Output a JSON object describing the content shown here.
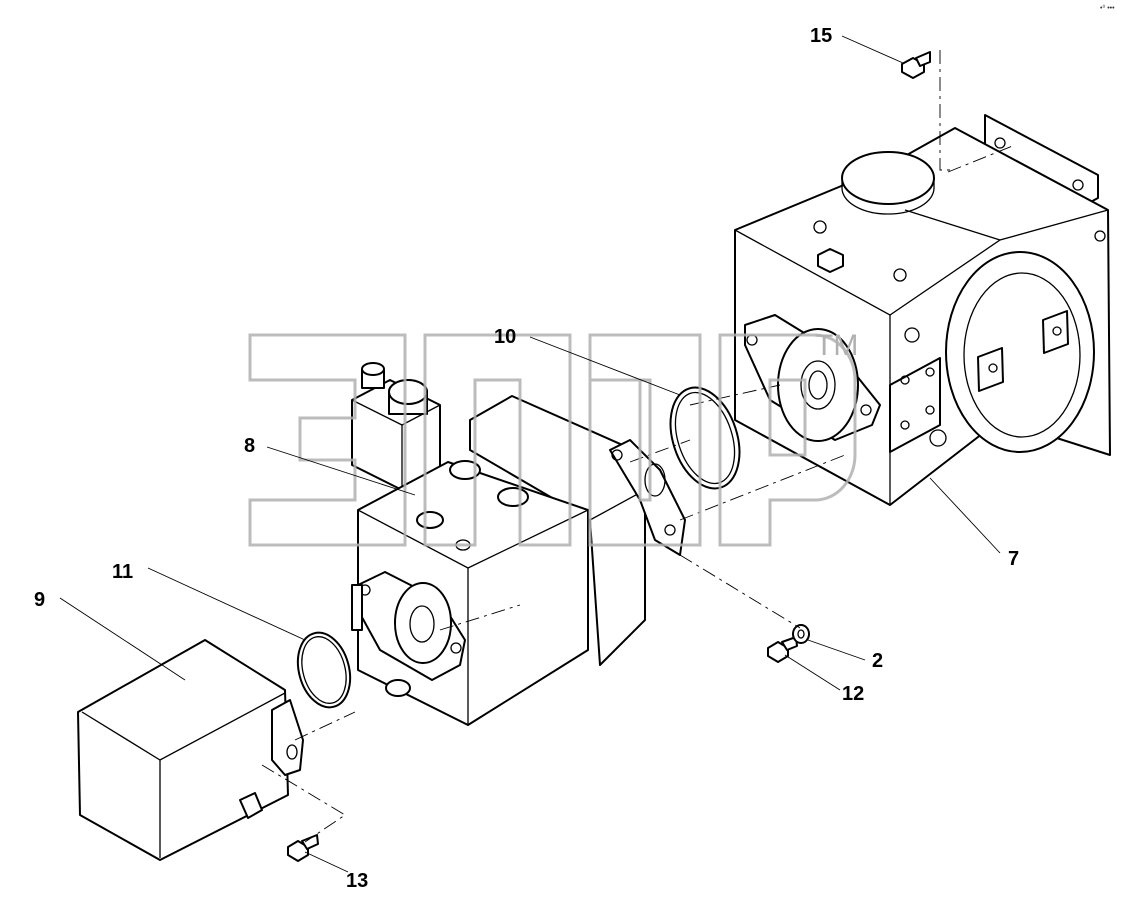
{
  "diagram": {
    "corner_mark": "•⁰ •••",
    "watermark": {
      "trademark": "TM"
    },
    "callouts": [
      {
        "id": "15",
        "label": "15",
        "part": "bolt-top"
      },
      {
        "id": "10",
        "label": "10",
        "part": "o-ring-large"
      },
      {
        "id": "8",
        "label": "8",
        "part": "pump-body-center"
      },
      {
        "id": "11",
        "label": "11",
        "part": "o-ring-small"
      },
      {
        "id": "9",
        "label": "9",
        "part": "end-cover"
      },
      {
        "id": "7",
        "label": "7",
        "part": "pump-body-right"
      },
      {
        "id": "2",
        "label": "2",
        "part": "washer"
      },
      {
        "id": "12",
        "label": "12",
        "part": "bolt-right"
      },
      {
        "id": "13",
        "label": "13",
        "part": "bolt-bottom"
      }
    ]
  }
}
